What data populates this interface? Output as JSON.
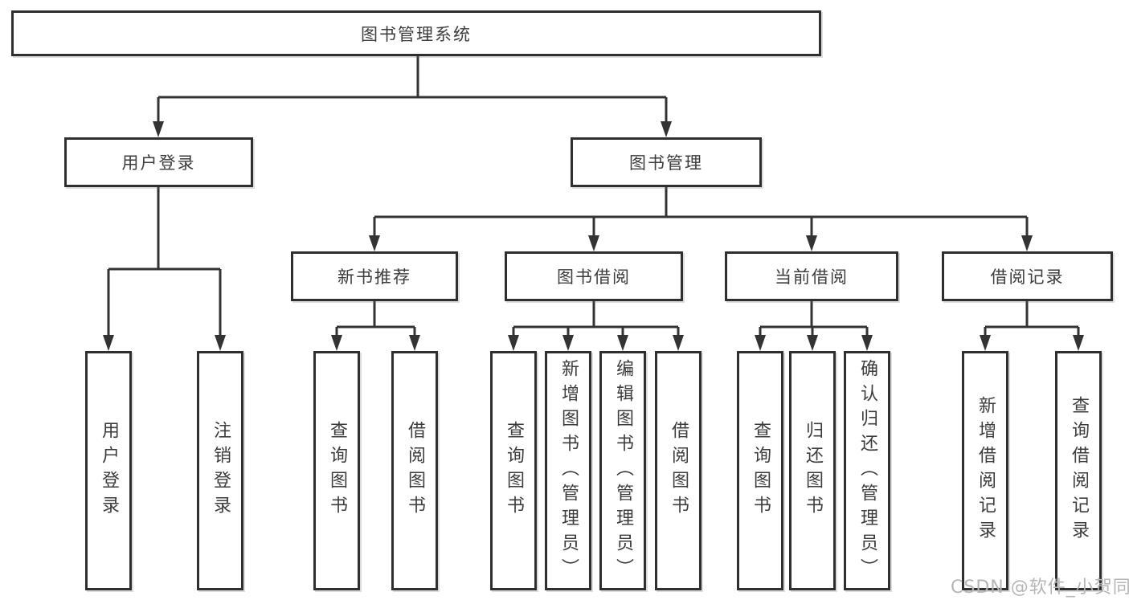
{
  "diagram": {
    "type": "hierarchy-tree",
    "title": "图书管理系统",
    "colors": {
      "background": "#ffffff",
      "line": "#333333",
      "box_border": "#2f2f2f",
      "text": "#3c3c3c",
      "watermark": "#b5b5b5"
    },
    "nodes": {
      "root": {
        "label": "图书管理系统"
      },
      "user_login": {
        "label": "用户登录"
      },
      "book_mgmt": {
        "label": "图书管理"
      },
      "new_book": {
        "label": "新书推荐"
      },
      "book_borrow": {
        "label": "图书借阅"
      },
      "current_borrow": {
        "label": "当前借阅"
      },
      "borrow_record": {
        "label": "借阅记录"
      },
      "leaves": {
        "login_1": "用户登录",
        "login_2": "注销登录",
        "newbook_1": "查询图书",
        "newbook_2": "借阅图书",
        "borrow_1": "查询图书",
        "borrow_2": "新增图书（管理员）",
        "borrow_3": "编辑图书（管理员）",
        "borrow_4": "借阅图书",
        "current_1": "查询图书",
        "current_2": "归还图书",
        "current_3": "确认归还（管理员）",
        "record_1": "新增借阅记录",
        "record_2": "查询借阅记录"
      }
    },
    "edges": [
      {
        "from": "root",
        "to": [
          "user_login",
          "book_mgmt"
        ]
      },
      {
        "from": "user_login",
        "to": [
          "login_1",
          "login_2"
        ]
      },
      {
        "from": "book_mgmt",
        "to": [
          "new_book",
          "book_borrow",
          "current_borrow",
          "borrow_record"
        ]
      },
      {
        "from": "new_book",
        "to": [
          "newbook_1",
          "newbook_2"
        ]
      },
      {
        "from": "book_borrow",
        "to": [
          "borrow_1",
          "borrow_2",
          "borrow_3",
          "borrow_4"
        ]
      },
      {
        "from": "current_borrow",
        "to": [
          "current_1",
          "current_2",
          "current_3"
        ]
      },
      {
        "from": "borrow_record",
        "to": [
          "record_1",
          "record_2"
        ]
      }
    ],
    "watermark": "CSDN @软件_小贺同学"
  }
}
